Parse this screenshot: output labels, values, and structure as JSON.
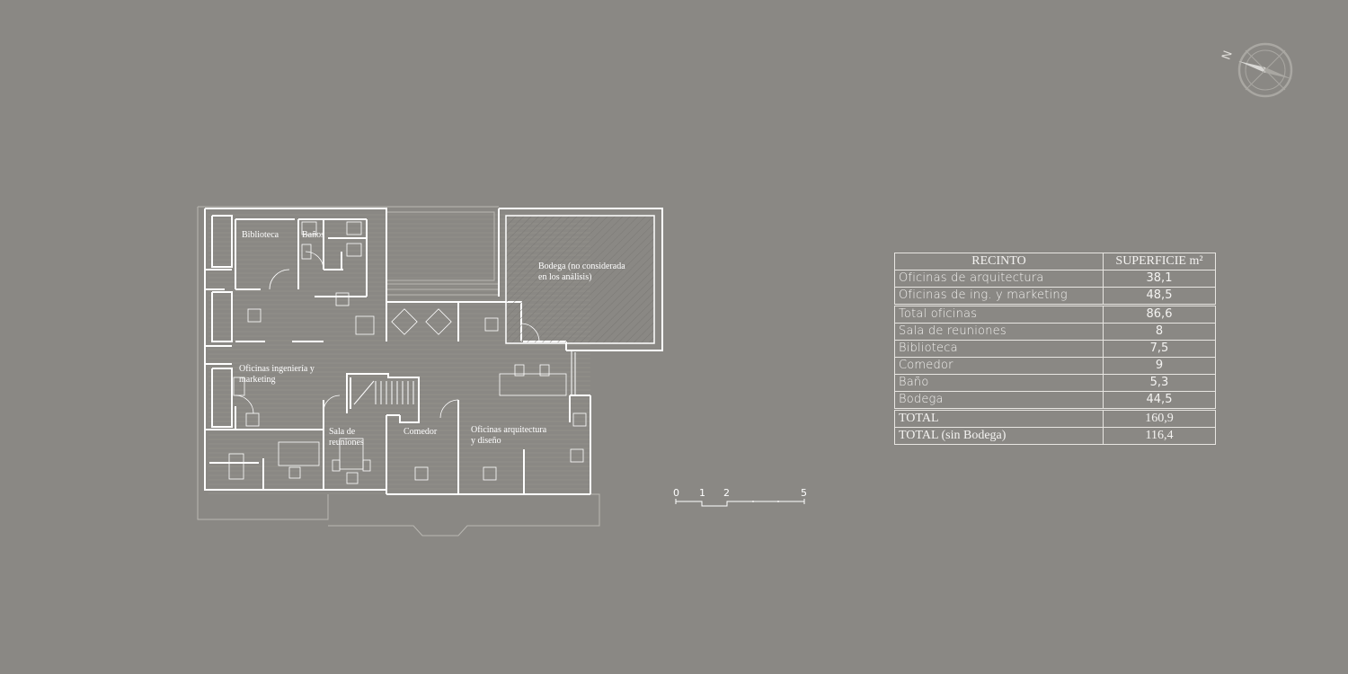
{
  "rooms": {
    "biblioteca": "Biblioteca",
    "banos": "Baños",
    "bodega": "Bodega (no considerada\nen los análisis)",
    "oficinas_ing": "Oficinas ingeniería y\nmarketing",
    "sala": "Sala de\nreuniones",
    "comedor": "Comedor",
    "oficinas_arq": "Oficinas arquitectura\ny diseño"
  },
  "table": {
    "header": {
      "recinto": "RECINTO",
      "superficie": "SUPERFICIE m²"
    },
    "rows": [
      {
        "name": "Oficinas de arquitectura",
        "value": "38,1"
      },
      {
        "name": "Oficinas de ing. y marketing",
        "value": "48,5"
      },
      {
        "name": "Total oficinas",
        "value": "86,6"
      },
      {
        "name": "Sala de reuniones",
        "value": "8"
      },
      {
        "name": "Biblioteca",
        "value": "7,5"
      },
      {
        "name": "Comedor",
        "value": "9"
      },
      {
        "name": "Baño",
        "value": "5,3"
      },
      {
        "name": "Bodega",
        "value": "44,5"
      },
      {
        "name": "TOTAL",
        "value": "160,9"
      },
      {
        "name": "TOTAL (sin Bodega)",
        "value": "116,4"
      }
    ]
  },
  "scale": {
    "t0": "0",
    "t1": "1",
    "t2": "2",
    "t5": "5"
  },
  "north": "N",
  "colors": {
    "background": "#8a8884",
    "lines": "#ffffff"
  }
}
